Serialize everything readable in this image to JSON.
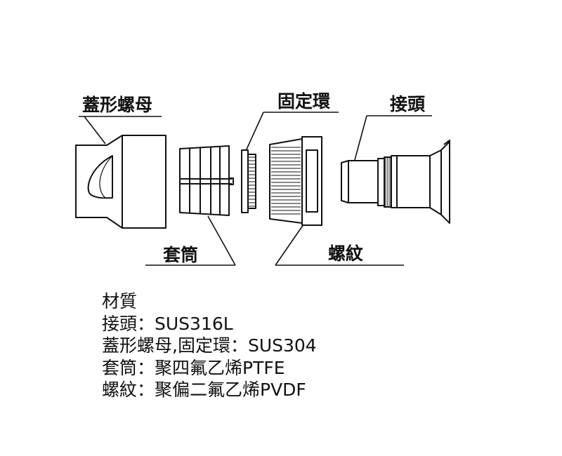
{
  "callouts": {
    "cap_nut": "蓋形螺母",
    "retaining_ring": "固定環",
    "connector": "接頭",
    "sleeve": "套筒",
    "thread": "螺紋"
  },
  "materials": {
    "heading": "材質",
    "lines": [
      "接頭：SUS316L",
      "蓋形螺母,固定環：SUS304",
      "套筒：聚四氟乙烯PTFE",
      "螺紋：聚偏二氟乙烯PVDF"
    ]
  }
}
